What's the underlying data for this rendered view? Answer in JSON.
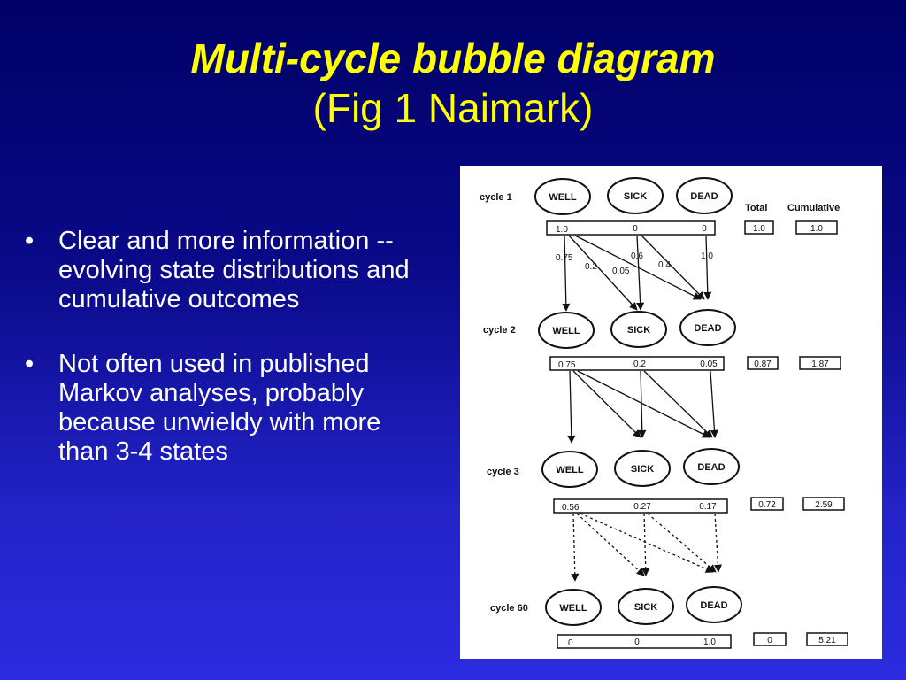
{
  "slide": {
    "title": "Multi-cycle bubble diagram",
    "subtitle": "(Fig 1 Naimark)"
  },
  "bullets": [
    {
      "text": "Clear and more information -- evolving state distributions and cumulative outcomes"
    },
    {
      "text": "Not often used in published Markov analyses, probably because unwieldy with more than 3-4 states"
    }
  ],
  "figure": {
    "headers": {
      "total": "Total",
      "cumulative": "Cumulative"
    },
    "states": [
      "WELL",
      "SICK",
      "DEAD"
    ],
    "cycles": [
      {
        "label": "cycle 1",
        "dist": [
          "1.0",
          "0",
          "0"
        ],
        "total": "1.0",
        "cumulative": "1.0"
      },
      {
        "label": "cycle 2",
        "dist": [
          "0.75",
          "0.2",
          "0.05"
        ],
        "total": "0.87",
        "cumulative": "1.87"
      },
      {
        "label": "cycle 3",
        "dist": [
          "0.56",
          "0.27",
          "0.17"
        ],
        "total": "0.72",
        "cumulative": "2.59"
      },
      {
        "label": "cycle 60",
        "dist": [
          "0",
          "0",
          "1.0"
        ],
        "total": "0",
        "cumulative": "5.21"
      }
    ],
    "transition_labels": [
      {
        "from": "WELL",
        "to": "WELL",
        "text": "0.75"
      },
      {
        "from": "WELL",
        "to": "SICK",
        "text": "0.2"
      },
      {
        "from": "WELL",
        "to": "DEAD",
        "text": "0.05"
      },
      {
        "from": "SICK",
        "to": "SICK",
        "text": "0.6"
      },
      {
        "from": "SICK",
        "to": "DEAD",
        "text": "0.4"
      },
      {
        "from": "DEAD",
        "to": "DEAD",
        "text": "1.0"
      }
    ]
  }
}
